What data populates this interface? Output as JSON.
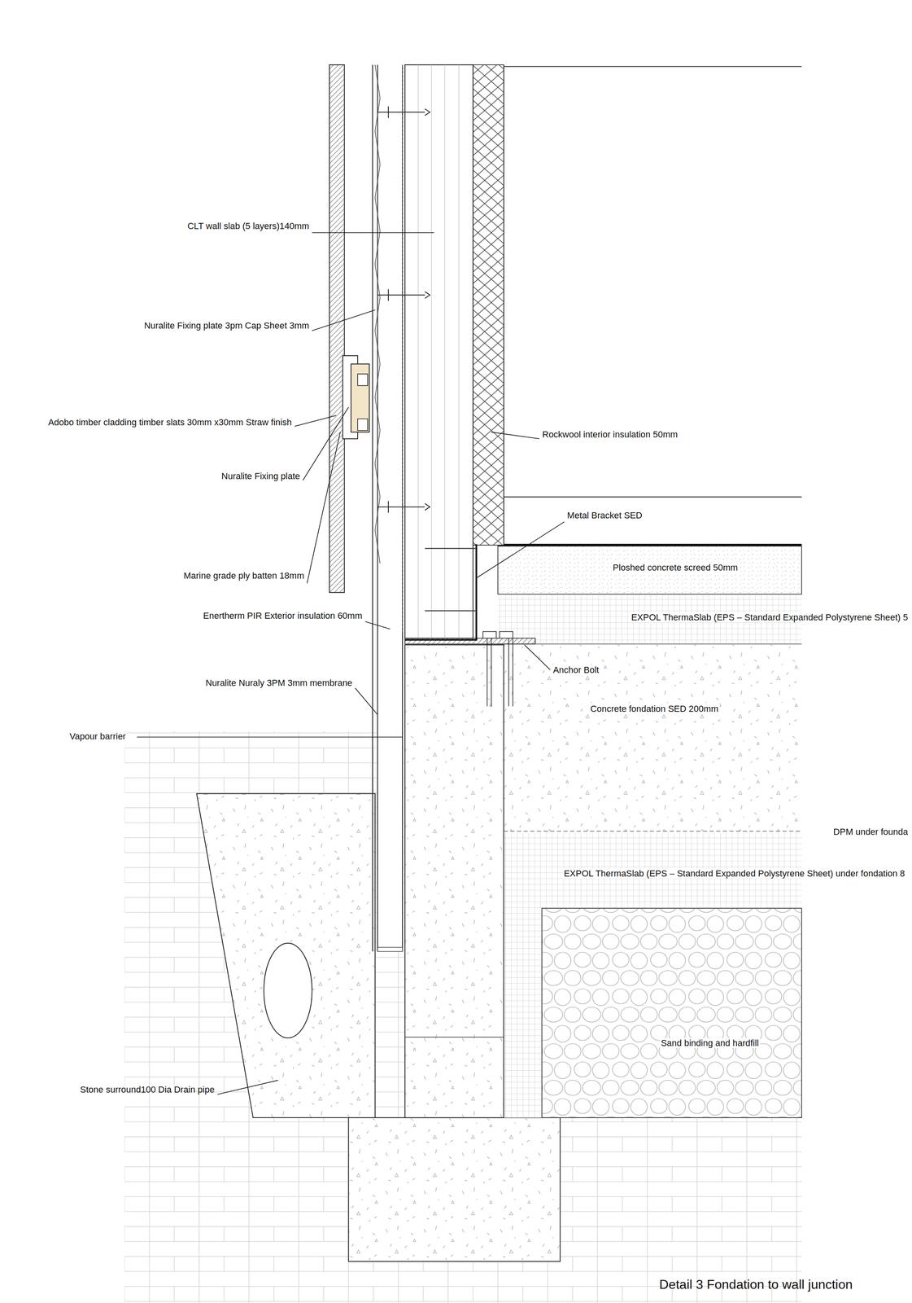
{
  "diagram": {
    "title": "Detail 3 Fondation to wall junction",
    "labels": [
      "CLT wall slab (5 layers)140mm",
      "Nuralite Fixing plate 3pm Cap Sheet 3mm",
      "Adobo timber cladding timber slats 30mm x30mm Straw finish",
      "Rockwool interior insulation 50mm",
      "Nuralite Fixing plate",
      "Metal Bracket SED",
      "Marine grade ply batten 18mm",
      "Ploshed concrete screed 50mm",
      "EXPOL ThermaSlab (EPS – Standard Expanded Polystyrene Sheet) 5",
      "Enertherm PIR Exterior insulation 60mm",
      "Anchor Bolt",
      "Nuralite Nuraly 3PM 3mm membrane",
      "Concrete fondation SED 200mm",
      "Vapour barrier",
      "DPM under founda",
      "EXPOL ThermaSlab (EPS – Standard Expanded Polystyrene Sheet) under fondation 8",
      "Sand binding and hardfill",
      "Stone surround100 Dia Drain pipe"
    ]
  }
}
